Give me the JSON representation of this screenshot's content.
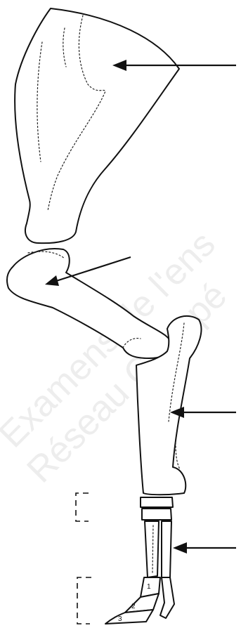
{
  "watermark": {
    "line1": "Examens de l'ens",
    "line2": "Réseau Canopé"
  },
  "phalanges": {
    "first": "1",
    "second": "2",
    "third": "3"
  }
}
